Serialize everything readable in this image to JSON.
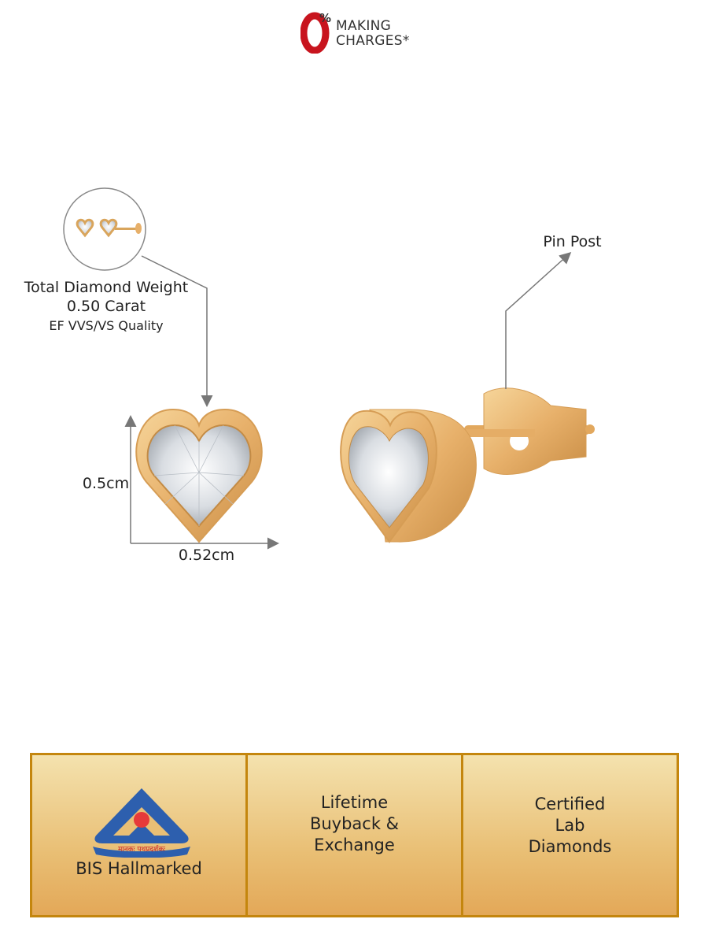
{
  "logo": {
    "zero": "0",
    "percent": "%",
    "line1": "MAKING",
    "line2": "CHARGES*",
    "color": "#c8141e"
  },
  "specs": {
    "weight_label": "Total Diamond Weight",
    "carat": "0.50 Carat",
    "quality": "EF VVS/VS Quality",
    "height": "0.5cm",
    "width": "0.52cm",
    "pin_post": "Pin Post"
  },
  "banner": {
    "items": [
      {
        "lines": [
          "BIS Hallmarked"
        ],
        "logo_text": "मानकः पथप्रदर्शकः"
      },
      {
        "lines": [
          "Lifetime",
          "Buyback &",
          "Exchange"
        ]
      },
      {
        "lines": [
          "Certified",
          "Lab",
          "Diamonds"
        ]
      }
    ],
    "colors": {
      "border": "#c4860e",
      "bis_blue": "#2d5fae",
      "bis_red": "#e63a3a"
    }
  }
}
